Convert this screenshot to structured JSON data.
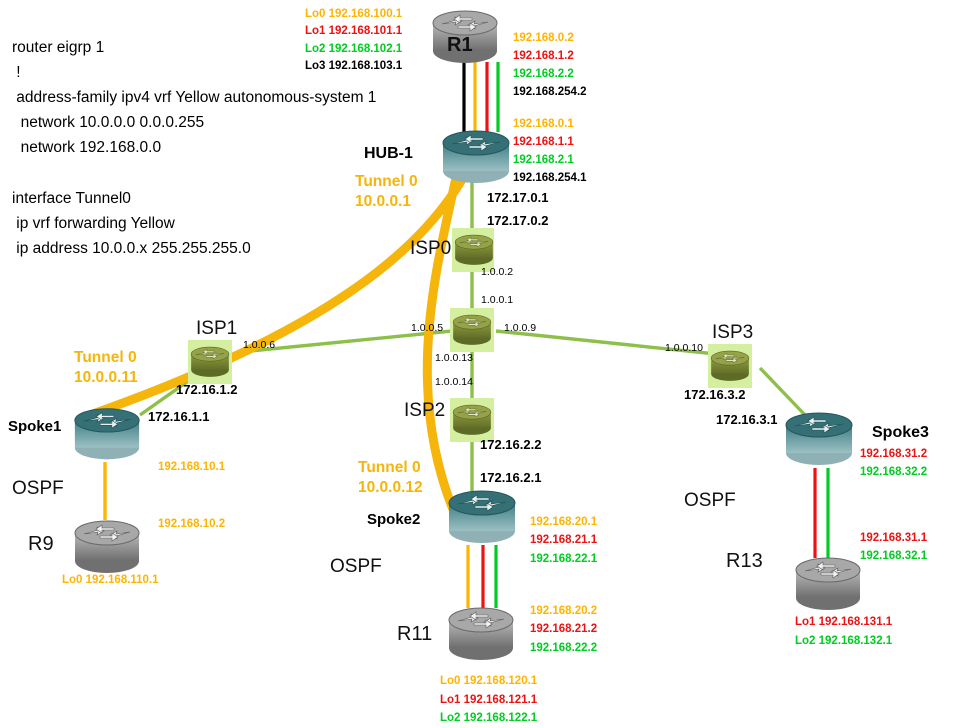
{
  "diagram": {
    "title": "DMVPN EIGRP VRF Yellow topology",
    "colors": {
      "tunnel_yellow": "#f5b50a",
      "link_orange": "#ffb400",
      "link_red": "#ee1111",
      "link_green": "#00cc22",
      "link_black": "#000000",
      "isp_link_green": "#8dbf4a",
      "router_grey": "#9a9a9a",
      "router_teal": "#3f7f85",
      "router_olive": "#7f8c3a",
      "isp_highlight": "#d5efa0",
      "label_black": "#000000"
    }
  },
  "config_text": "router eigrp 1\n !\n address-family ipv4 vrf Yellow autonomous-system 1\n  network 10.0.0.0 0.0.0.255\n  network 192.168.0.0\n\ninterface Tunnel0\n ip vrf forwarding Yellow\n ip address 10.0.0.x 255.255.255.0",
  "routers": [
    {
      "id": "r1",
      "name": "R1",
      "kind": "grey"
    },
    {
      "id": "hub1",
      "name": "HUB-1",
      "kind": "teal"
    },
    {
      "id": "isp0",
      "name": "ISP0",
      "kind": "olive"
    },
    {
      "id": "core",
      "name": "",
      "kind": "olive"
    },
    {
      "id": "isp1",
      "name": "ISP1",
      "kind": "olive"
    },
    {
      "id": "isp2",
      "name": "ISP2",
      "kind": "olive"
    },
    {
      "id": "isp3",
      "name": "ISP3",
      "kind": "olive"
    },
    {
      "id": "spoke1",
      "name": "Spoke1",
      "kind": "teal"
    },
    {
      "id": "spoke2",
      "name": "Spoke2",
      "kind": "teal"
    },
    {
      "id": "spoke3",
      "name": "Spoke3",
      "kind": "teal"
    },
    {
      "id": "r9",
      "name": "R9",
      "kind": "grey"
    },
    {
      "id": "r11",
      "name": "R11",
      "kind": "grey"
    },
    {
      "id": "r13",
      "name": "R13",
      "kind": "grey"
    }
  ],
  "labels": {
    "r1_loopbacks": [
      {
        "text": "Lo0 192.168.100.1",
        "color": "#ffb400"
      },
      {
        "text": "Lo1 192.168.101.1",
        "color": "#ee1111"
      },
      {
        "text": "Lo2 192.168.102.1",
        "color": "#00cc22"
      },
      {
        "text": "Lo3 192.168.103.1",
        "color": "#000000"
      }
    ],
    "r1_interfaces": [
      {
        "text": "192.168.0.2",
        "color": "#ffb400"
      },
      {
        "text": "192.168.1.2",
        "color": "#ee1111"
      },
      {
        "text": "192.168.2.2",
        "color": "#00cc22"
      },
      {
        "text": "192.168.254.2",
        "color": "#000000"
      }
    ],
    "hub1_interfaces": [
      {
        "text": "192.168.0.1",
        "color": "#ffb400"
      },
      {
        "text": "192.168.1.1",
        "color": "#ee1111"
      },
      {
        "text": "192.168.2.1",
        "color": "#00cc22"
      },
      {
        "text": "192.168.254.1",
        "color": "#000000"
      }
    ],
    "r11_interfaces": [
      {
        "text": "192.168.20.2",
        "color": "#ffb400"
      },
      {
        "text": "192.168.21.2",
        "color": "#ee1111"
      },
      {
        "text": "192.168.22.2",
        "color": "#00cc22"
      }
    ],
    "r11_loopbacks": [
      {
        "text": "Lo0 192.168.120.1",
        "color": "#ffb400"
      },
      {
        "text": "Lo1 192.168.121.1",
        "color": "#ee1111"
      },
      {
        "text": "Lo2 192.168.122.1",
        "color": "#00cc22"
      }
    ],
    "spoke2_interfaces": [
      {
        "text": "192.168.20.1",
        "color": "#ffb400"
      },
      {
        "text": "192.168.21.1",
        "color": "#ee1111"
      },
      {
        "text": "192.168.22.1",
        "color": "#00cc22"
      }
    ],
    "spoke3_interfaces": [
      {
        "text": "192.168.31.2",
        "color": "#ee1111"
      },
      {
        "text": "192.168.32.2",
        "color": "#00cc22"
      }
    ],
    "r13_interfaces": [
      {
        "text": "192.168.31.1",
        "color": "#ee1111"
      },
      {
        "text": "192.168.32.1",
        "color": "#00cc22"
      }
    ],
    "r13_loopbacks": [
      {
        "text": "Lo1 192.168.131.1",
        "color": "#ee1111"
      },
      {
        "text": "Lo2 192.168.132.1",
        "color": "#00cc22"
      }
    ],
    "spoke1_link": {
      "text": "192.168.10.1",
      "color": "#ffb400"
    },
    "r9_link": {
      "text": "192.168.10.2",
      "color": "#ffb400"
    },
    "r9_loopback": {
      "text": "Lo0 192.168.110.1",
      "color": "#ffb400"
    },
    "hub_isp0_top": "172.17.0.1",
    "hub_isp0_bot": "172.17.0.2",
    "isp0_core_top": "1.0.0.2",
    "isp0_core_bot": "1.0.0.1",
    "core_west": "1.0.0.5",
    "core_east": "1.0.0.9",
    "core_south": "1.0.0.13",
    "isp2_north": "1.0.0.14",
    "isp1_east": "1.0.0.6",
    "isp3_west": "1.0.0.10",
    "isp1_spoke1_top": "172.16.1.2",
    "isp1_spoke1_bot": "172.16.1.1",
    "isp2_spoke2_top": "172.16.2.2",
    "isp2_spoke2_bot": "172.16.2.1",
    "isp3_spoke3_top": "172.16.3.2",
    "isp3_spoke3_bot": "172.16.3.1"
  },
  "tunnels": [
    {
      "id": "tunnel-hub",
      "title": "Tunnel 0",
      "address": "10.0.0.1",
      "color": "#f5b50a"
    },
    {
      "id": "tunnel-spoke1",
      "title": "Tunnel 0",
      "address": "10.0.0.11",
      "color": "#f5b50a"
    },
    {
      "id": "tunnel-spoke2",
      "title": "Tunnel 0",
      "address": "10.0.0.12",
      "color": "#f5b50a"
    }
  ],
  "ospf_labels": [
    "OSPF",
    "OSPF",
    "OSPF"
  ]
}
